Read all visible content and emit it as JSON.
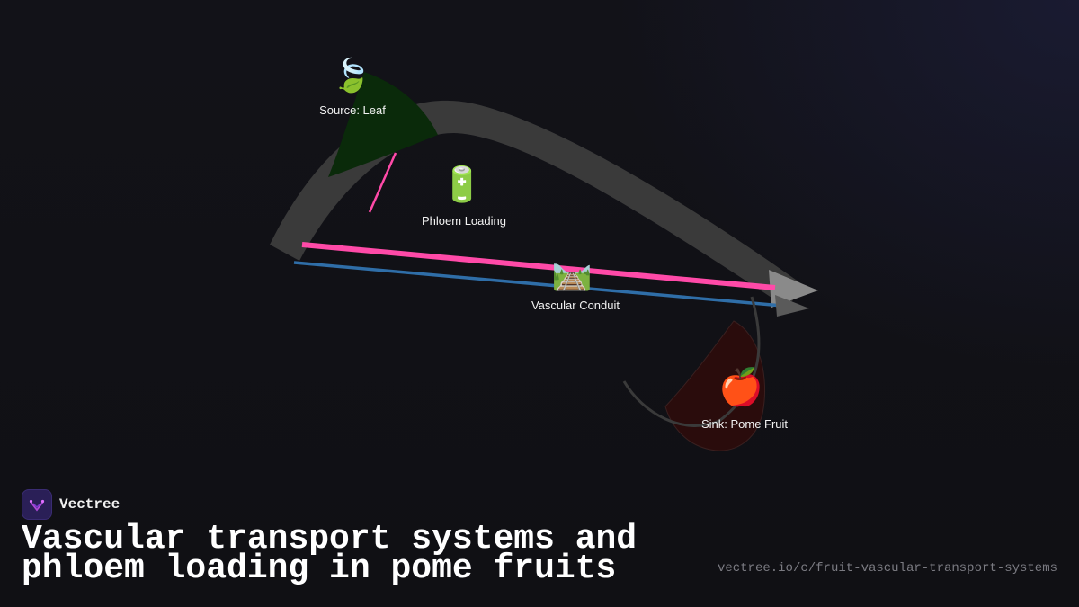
{
  "diagram": {
    "nodes": [
      {
        "id": "source",
        "icon": "leaf-fluttering-icon",
        "emoji": "🍃",
        "label": "Source: Leaf"
      },
      {
        "id": "loading",
        "icon": "battery-icon",
        "emoji": "🔋",
        "label": "Phloem Loading"
      },
      {
        "id": "conduit",
        "icon": "railway-track-icon",
        "emoji": "🛤️",
        "label": "Vascular Conduit"
      },
      {
        "id": "sink",
        "icon": "red-apple-icon",
        "emoji": "🍎",
        "label": "Sink: Pome Fruit"
      }
    ],
    "colors": {
      "main_arc": "#3a3a3a",
      "leaf_shape": "#0a2a0a",
      "fruit_shape": "#2a0c0c",
      "phloem_line": "#ff4aa8",
      "xylem_line": "#2f6ea8",
      "arrowhead": "#8a8a8a"
    }
  },
  "brand": {
    "name": "Vectree",
    "logo_icon": "vectree-logo-icon",
    "logo_color": "#2a1f57"
  },
  "title": "Vascular transport systems and\nphloem loading in pome fruits",
  "url": "vectree.io/c/fruit-vascular-transport-systems"
}
